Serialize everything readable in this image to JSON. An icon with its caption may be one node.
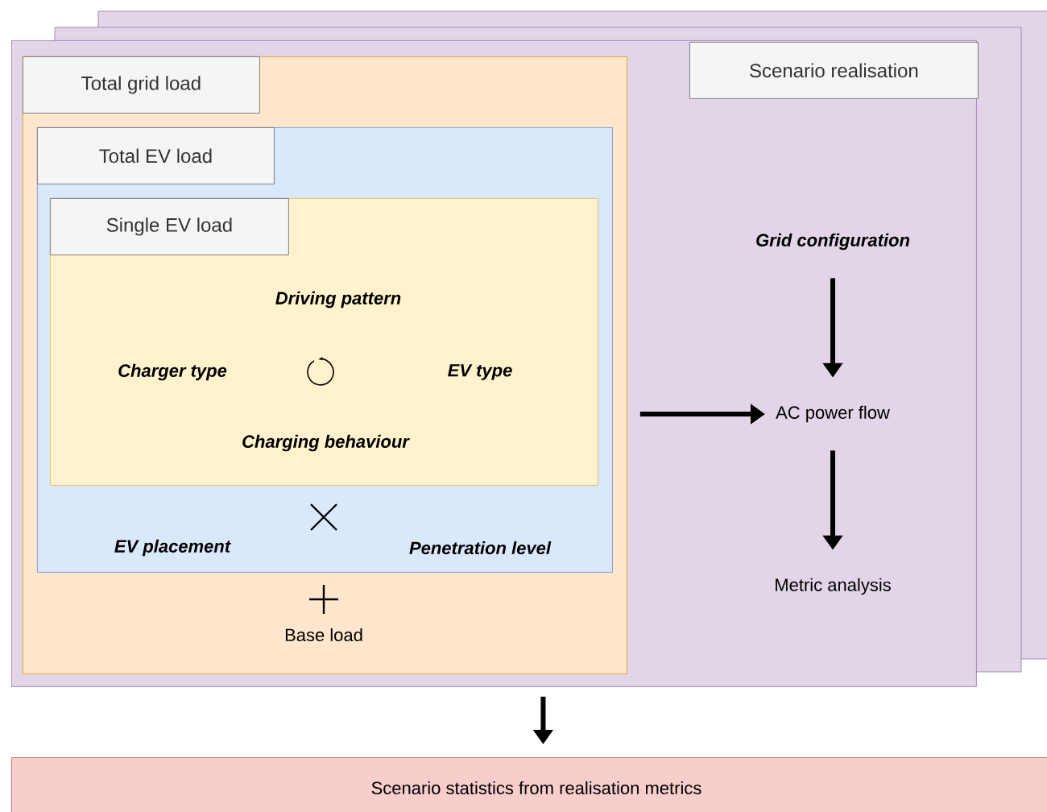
{
  "diagram": {
    "nodes": [
      {
        "text": [
          "Scenario realisation"
        ]
      },
      {
        "text": [
          "Total grid load",
          "Base load"
        ],
        "in": 0
      },
      {
        "text": [
          "Total EV load",
          "EV placement",
          "Penetration level"
        ],
        "in": 1
      },
      {
        "text": [
          "Single EV load",
          "Driving pattern",
          "Charger type",
          "EV type",
          "Charging behaviour"
        ],
        "in": 2
      },
      {
        "text": [
          "Grid configuration"
        ],
        "in": 0
      },
      {
        "text": [
          "AC power flow"
        ],
        "in": 0
      },
      {
        "text": [
          "Metric analysis"
        ],
        "in": 0
      },
      {
        "text": [
          "Scenario statistics from realisation metrics"
        ]
      }
    ],
    "edges": [
      {
        "from": 4,
        "to": 5,
        "arrow": "to"
      },
      {
        "from": 5,
        "to": 6,
        "arrow": "to"
      },
      {
        "from": 1,
        "to": 5,
        "arrow": "to"
      },
      {
        "from": 0,
        "to": 7,
        "arrow": "to"
      }
    ]
  }
}
